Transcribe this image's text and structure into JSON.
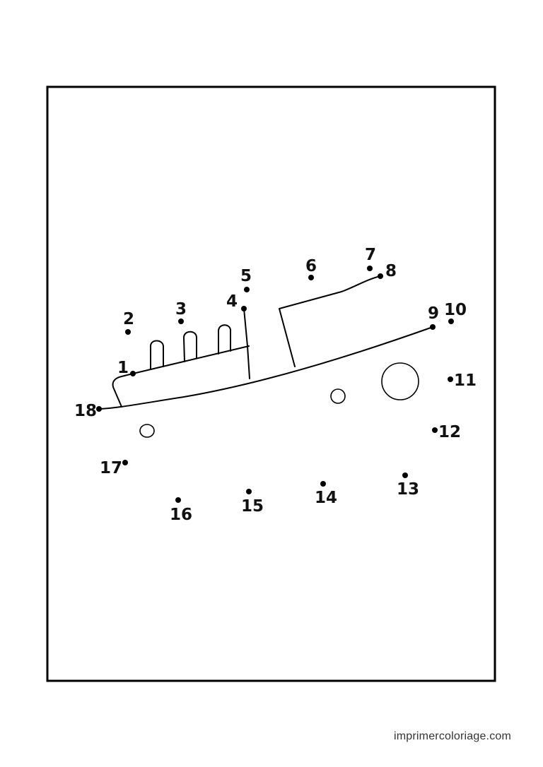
{
  "colors": {
    "ink": "#000000",
    "background": "#ffffff",
    "footer_text": "#333333"
  },
  "points": [
    {
      "n": "1"
    },
    {
      "n": "2"
    },
    {
      "n": "3"
    },
    {
      "n": "4"
    },
    {
      "n": "5"
    },
    {
      "n": "6"
    },
    {
      "n": "7"
    },
    {
      "n": "8"
    },
    {
      "n": "9"
    },
    {
      "n": "10"
    },
    {
      "n": "11"
    },
    {
      "n": "12"
    },
    {
      "n": "13"
    },
    {
      "n": "14"
    },
    {
      "n": "15"
    },
    {
      "n": "16"
    },
    {
      "n": "17"
    },
    {
      "n": "18"
    }
  ],
  "footer": {
    "site": "imprimercoloriage.com"
  }
}
